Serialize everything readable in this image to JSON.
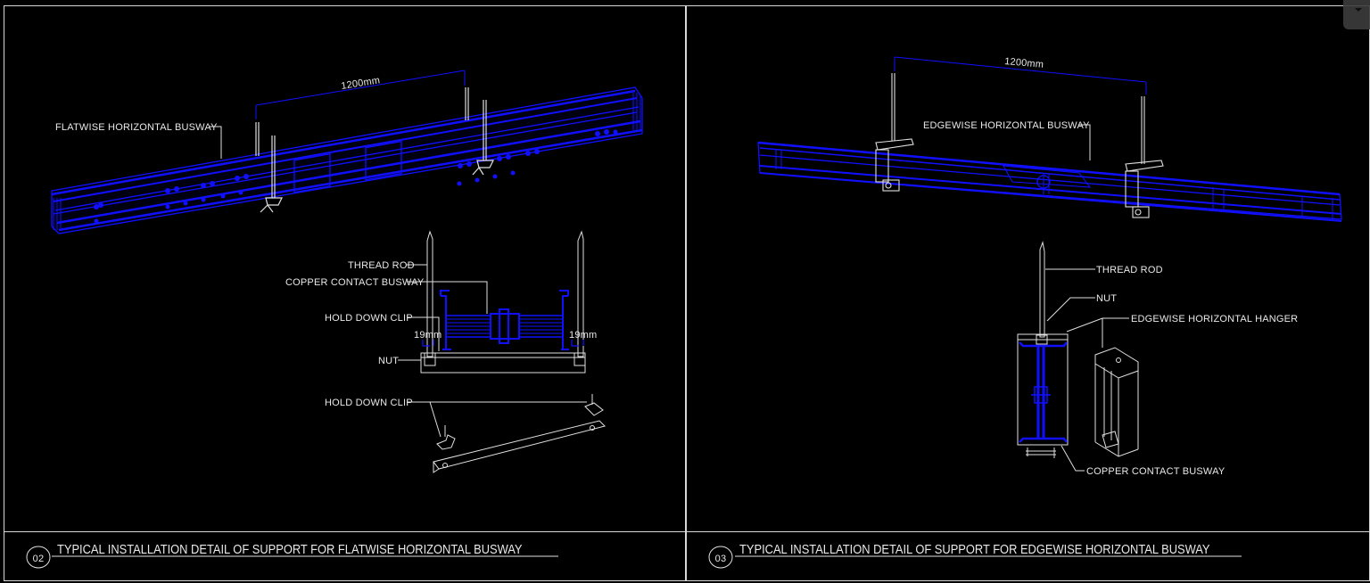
{
  "drawing": {
    "background": "#000000",
    "busway_color": "#1010ff",
    "line_color": "#e0e0e0",
    "left_panel": {
      "detail_number": "02",
      "title": "TYPICAL INSTALLATION DETAIL OF SUPPORT FOR FLATWISE HORIZONTAL BUSWAY",
      "dimension": "1200mm",
      "labels": {
        "busway": "FLATWISE HORIZONTAL BUSWAY",
        "thread_rod": "THREAD ROD",
        "copper_contact": "COPPER CONTACT BUSWAY",
        "hold_down_clip": "HOLD DOWN CLIP",
        "dim_left": "19mm",
        "dim_right": "19mm",
        "nut": "NUT",
        "hold_down_clip_2": "HOLD DOWN CLIP"
      }
    },
    "right_panel": {
      "detail_number": "03",
      "title": "TYPICAL INSTALLATION DETAIL OF SUPPORT FOR EDGEWISE HORIZONTAL BUSWAY",
      "dimension": "1200mm",
      "labels": {
        "busway": "EDGEWISE HORIZONTAL BUSWAY",
        "thread_rod": "THREAD ROD",
        "nut": "NUT",
        "hanger": "EDGEWISE HORIZONTAL HANGER",
        "copper_contact": "COPPER CONTACT BUSWAY"
      }
    }
  },
  "viewport_control": {
    "icon": "chevron-down-icon"
  }
}
